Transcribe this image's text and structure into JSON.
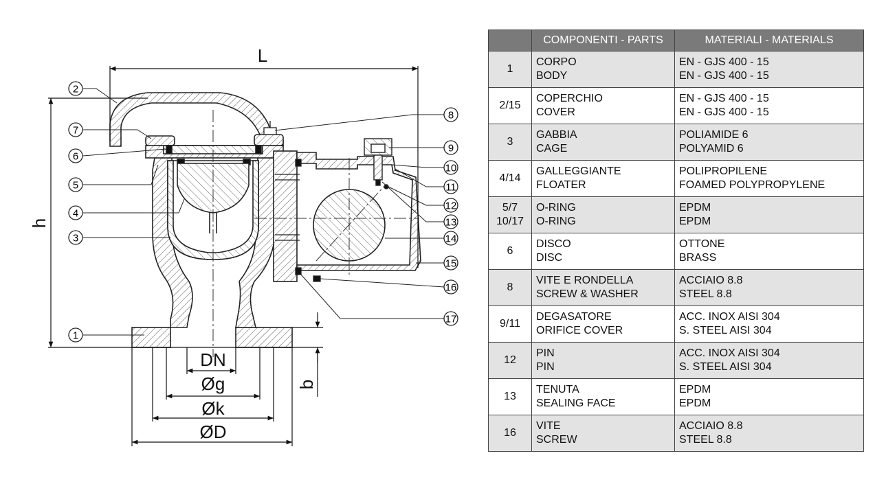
{
  "drawing": {
    "dimensions": {
      "L": "L",
      "h": "h",
      "b": "b",
      "DN": "DN",
      "g": "Øg",
      "k": "Øk",
      "D": "ØD"
    },
    "balloons": [
      "1",
      "2",
      "3",
      "4",
      "5",
      "6",
      "7",
      "8",
      "9",
      "10",
      "11",
      "12",
      "13",
      "14",
      "15",
      "16",
      "17"
    ]
  },
  "table": {
    "headers": [
      "",
      "COMPONENTI - PARTS",
      "MATERIALI - MATERIALS"
    ],
    "rows": [
      {
        "num": "1",
        "part_it": "CORPO",
        "part_en": "BODY",
        "mat_it": "EN - GJS 400 - 15",
        "mat_en": "EN - GJS 400 - 15"
      },
      {
        "num": "2/15",
        "part_it": "COPERCHIO",
        "part_en": "COVER",
        "mat_it": "EN - GJS 400 - 15",
        "mat_en": "EN - GJS 400 - 15"
      },
      {
        "num": "3",
        "part_it": "GABBIA",
        "part_en": "CAGE",
        "mat_it": "POLIAMIDE 6",
        "mat_en": "POLYAMID 6"
      },
      {
        "num": "4/14",
        "part_it": "GALLEGGIANTE",
        "part_en": "FLOATER",
        "mat_it": "POLIPROPILENE",
        "mat_en": "FOAMED POLYPROPYLENE"
      },
      {
        "num": "5/7",
        "num2": "10/17",
        "part_it": "O-RING",
        "part_en": "O-RING",
        "mat_it": "EPDM",
        "mat_en": "EPDM"
      },
      {
        "num": "6",
        "part_it": "DISCO",
        "part_en": "DISC",
        "mat_it": "OTTONE",
        "mat_en": "BRASS"
      },
      {
        "num": "8",
        "part_it": "VITE E RONDELLA",
        "part_en": "SCREW & WASHER",
        "mat_it": "ACCIAIO 8.8",
        "mat_en": "STEEL 8.8"
      },
      {
        "num": "9/11",
        "part_it": "DEGASATORE",
        "part_en": "ORIFICE COVER",
        "mat_it": "ACC. INOX AISI 304",
        "mat_en": "S. STEEL AISI 304"
      },
      {
        "num": "12",
        "part_it": "PIN",
        "part_en": "PIN",
        "mat_it": "ACC. INOX AISI 304",
        "mat_en": "S. STEEL AISI 304"
      },
      {
        "num": "13",
        "part_it": "TENUTA",
        "part_en": "SEALING FACE",
        "mat_it": "EPDM",
        "mat_en": "EPDM"
      },
      {
        "num": "16",
        "part_it": "VITE",
        "part_en": "SCREW",
        "mat_it": "ACCIAIO 8.8",
        "mat_en": "STEEL 8.8"
      }
    ]
  },
  "colors": {
    "header_bg": "#7a7a7a",
    "row_shade": "#e3e3e3",
    "line": "#222222"
  }
}
